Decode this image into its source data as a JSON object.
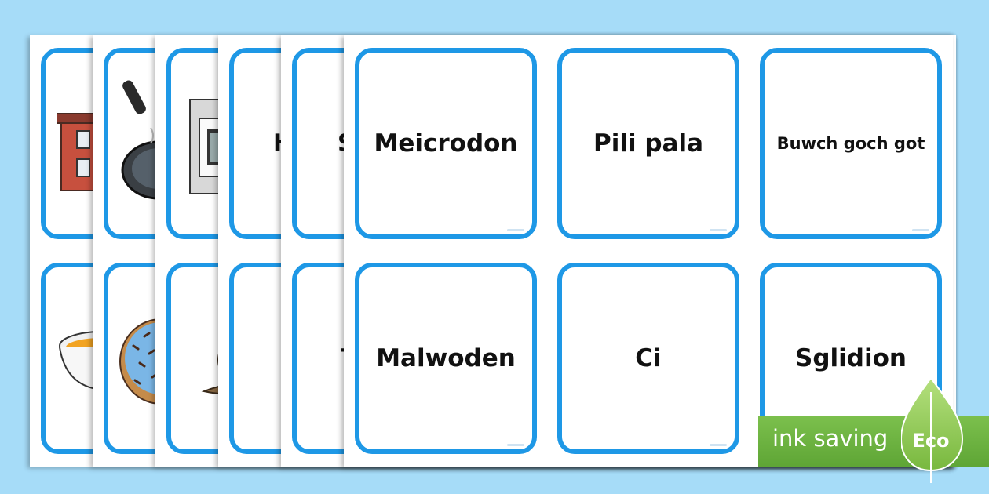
{
  "cards": {
    "meicrodon": "Meicrodon",
    "pili_pala": "Pili pala",
    "buwch_goch_got": "Buwch goch got",
    "malwoden": "Malwoden",
    "ci": "Ci",
    "sglidion": "Sglidion"
  },
  "partial_labels": {
    "sheet4_top": "H",
    "sheet5_top": "S",
    "sheet5_bottom": "T"
  },
  "badge": {
    "text": "ink saving",
    "eco": "Eco"
  },
  "icons": [
    "house-icon",
    "frying-pan-icon",
    "microwave-icon",
    "bowl-icon",
    "donut-icon",
    "snail-icon",
    "leaf-icon"
  ],
  "colors": {
    "background": "#a6dcf8",
    "card_border": "#1e98e6",
    "badge_green": "#6ab43e",
    "leaf_green": "#8ccc52"
  }
}
